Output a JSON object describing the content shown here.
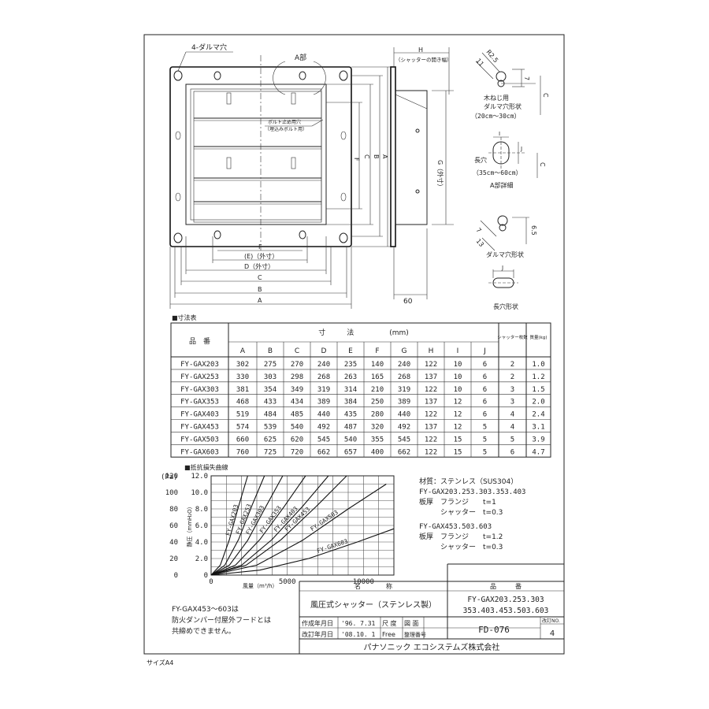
{
  "front_view": {
    "hole_label": "4-ダルマ穴",
    "part_a_label": "A部",
    "bolt_note1": "ボルト止め用穴",
    "bolt_note2": "（埋込みボルト用）",
    "dim_labels_bottom": [
      "F",
      "(E)（外寸）",
      "D（外寸）",
      "C",
      "B",
      "A"
    ],
    "dim_labels_side": [
      "F",
      "C",
      "B",
      "A"
    ]
  },
  "side_view": {
    "h_label": "H",
    "shutter_label": "（シャッターの開き幅）",
    "g_label": "G（外寸）",
    "depth": "60"
  },
  "detail": {
    "r_label": "R2.5",
    "d11": "11",
    "d7": "7",
    "c": "C",
    "wood_screw": "木ねじ用",
    "daruma_shape": "ダルマ穴形状",
    "range1": "（20cm〜30cm）",
    "long_hole": "長穴",
    "j": "J",
    "i": "I",
    "range2": "（35cm〜60cm）",
    "a_detail": "A部詳細",
    "d65": "6.5",
    "d13": "13",
    "d7b": "7",
    "daruma_shape2": "ダルマ穴形状",
    "long_shape": "長穴形状",
    "j2": "J"
  },
  "table": {
    "section_title": "■寸法表",
    "header_product": "品　番",
    "header_dims": "寸　　　法　　　　　(mm)",
    "header_blades": "シャッター枚数",
    "header_weight": "質量(kg)",
    "columns": [
      "A",
      "B",
      "C",
      "D",
      "E",
      "F",
      "G",
      "H",
      "I",
      "J"
    ],
    "rows": [
      [
        "FY-GAX203",
        "302",
        "275",
        "270",
        "240",
        "235",
        "140",
        "240",
        "122",
        "10",
        "6",
        "2",
        "1.0"
      ],
      [
        "FY-GAX253",
        "330",
        "303",
        "298",
        "268",
        "263",
        "165",
        "268",
        "137",
        "10",
        "6",
        "2",
        "1.2"
      ],
      [
        "FY-GAX303",
        "381",
        "354",
        "349",
        "319",
        "314",
        "210",
        "319",
        "122",
        "10",
        "6",
        "3",
        "1.5"
      ],
      [
        "FY-GAX353",
        "468",
        "433",
        "434",
        "389",
        "384",
        "250",
        "389",
        "137",
        "12",
        "6",
        "3",
        "2.0"
      ],
      [
        "FY-GAX403",
        "519",
        "484",
        "485",
        "440",
        "435",
        "280",
        "440",
        "122",
        "12",
        "6",
        "4",
        "2.4"
      ],
      [
        "FY-GAX453",
        "574",
        "539",
        "540",
        "492",
        "487",
        "320",
        "492",
        "137",
        "12",
        "5",
        "4",
        "3.1"
      ],
      [
        "FY-GAX503",
        "660",
        "625",
        "620",
        "545",
        "540",
        "355",
        "545",
        "122",
        "15",
        "5",
        "5",
        "3.9"
      ],
      [
        "FY-GAX603",
        "760",
        "725",
        "720",
        "662",
        "657",
        "400",
        "662",
        "122",
        "15",
        "5",
        "6",
        "4.7"
      ]
    ]
  },
  "chart_title": "■抵抗損失曲線",
  "chart_data": {
    "type": "line",
    "x_unit_label": "風量（m³/h）",
    "y_label_left_unit": "(Pa)",
    "y_label_right": "静圧（mmH₂O）",
    "xlim": [
      0,
      12000
    ],
    "ylim": [
      0,
      12
    ],
    "x_ticks": [
      0,
      5000,
      10000
    ],
    "x_tick_labels": [
      "0",
      "5000",
      "10000"
    ],
    "y_ticks_mm": [
      0,
      2,
      4,
      6,
      8,
      10,
      12
    ],
    "y_tick_labels_mm": [
      "0",
      "2.0",
      "4.0",
      "6.0",
      "8.0",
      "10.0",
      "12.0"
    ],
    "y_tick_labels_pa": [
      "0",
      "20",
      "40",
      "60",
      "80",
      "100",
      "120"
    ],
    "series": [
      {
        "name": "FY-GAX203",
        "x": [
          0,
          600,
          1200,
          1800,
          2400
        ],
        "y": [
          0,
          1.2,
          4.3,
          8.3,
          12
        ]
      },
      {
        "name": "FY-GAX253",
        "x": [
          0,
          900,
          1800,
          2700,
          3500
        ],
        "y": [
          0,
          1.2,
          4.3,
          8.5,
          12
        ]
      },
      {
        "name": "FY-GAX303",
        "x": [
          0,
          1200,
          2400,
          3600,
          4700
        ],
        "y": [
          0,
          1.2,
          4.2,
          8.3,
          12
        ]
      },
      {
        "name": "FY-GAX353",
        "x": [
          0,
          1600,
          3200,
          4800,
          6200
        ],
        "y": [
          0,
          1.2,
          4.3,
          8.3,
          12
        ]
      },
      {
        "name": "FY-GAX403",
        "x": [
          0,
          2000,
          4000,
          6000,
          7700
        ],
        "y": [
          0,
          1.2,
          4.3,
          8.3,
          12
        ]
      },
      {
        "name": "FY-GAX453",
        "x": [
          0,
          2300,
          4600,
          6900,
          8900
        ],
        "y": [
          0,
          1.2,
          4.3,
          8.3,
          12
        ]
      },
      {
        "name": "FY-GAX503",
        "x": [
          0,
          3000,
          6000,
          9000,
          11500
        ],
        "y": [
          0,
          1.2,
          4.2,
          8.0,
          11.0
        ]
      },
      {
        "name": "FY-GAX603",
        "x": [
          0,
          3200,
          6400,
          9600,
          12000
        ],
        "y": [
          0,
          0.6,
          2.0,
          4.0,
          5.6
        ]
      }
    ]
  },
  "material": {
    "l1": "材質：ステンレス（SUS304）",
    "l2": "FY-GAX203.253.303.353.403",
    "l3": "板厚　フランジ　　t=1",
    "l4": "　　　シャッター　t=0.3",
    "l5": "FY-GAX453.503.603",
    "l6": "板厚　フランジ　　t=1.2",
    "l7": "　　　シャッター　t=0.3"
  },
  "note": {
    "l1": "FY-GAX453〜603は",
    "l2": "防火ダンパー付屋外フードとは",
    "l3": "共締めできません。"
  },
  "title_block": {
    "name_header": "名　　　　称",
    "product_header": "品　　　番",
    "name_value": "風圧式シャッター（ステンレス製）",
    "product_value1": "FY-GAX203.253.303",
    "product_value2": "353.403.453.503.603",
    "created_label": "作成年月日",
    "created_value": "'96. 7.31",
    "scale_label": "尺 度",
    "drawing_label": "図 面",
    "revised_label": "改訂年月日",
    "revised_value": "'08.10. 1",
    "scale_value": "Free",
    "number_label": "整理番号",
    "number_value": "FD-076",
    "rev_label": "改訂NO.",
    "rev_value": "4",
    "company": "パナソニック エコシステムズ株式会社"
  },
  "size_label": "サイズA4"
}
